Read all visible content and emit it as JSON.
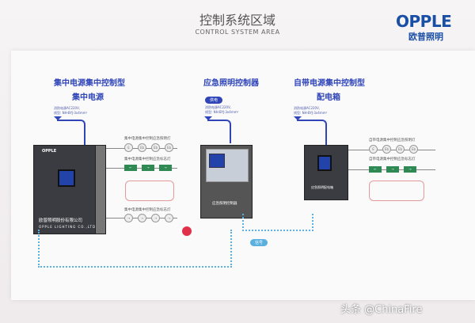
{
  "header": {
    "title_cn": "控制系统区域",
    "title_en": "CONTROL SYSTEM AREA",
    "logo": "OPPLE",
    "logo_cn": "欧普照明"
  },
  "left": {
    "title1": "集中电源集中控制型",
    "title2": "集中电源",
    "power_note1": "消防电源AC220V,",
    "power_note2": "线型: NH-BYJ-3x4mm²",
    "device_brand": "OPPLE",
    "device_name_cn": "欧普照明股份有限公司",
    "device_name_en": "OPPLE LIGHTING CO.,LTD",
    "circuits": [
      "集中电源集中控制应急照明灯",
      "集中电源集中控制应急标志灯",
      "集中电源集中控制应急标志灯"
    ]
  },
  "middle": {
    "title": "应急照明控制器",
    "power_pill": "供电",
    "power_note1": "消防电源AC220V,",
    "power_note2": "线型: NH-BYJ-3x4mm²",
    "device_label": "应急照明控制器",
    "signal_pill": "信号"
  },
  "right": {
    "title1": "自带电源集中控制型",
    "title2": "配电箱",
    "power_note1": "消防电源AC220V,",
    "power_note2": "线型: NH-BYJ-3x4mm²",
    "device_label": "应急照明配电箱",
    "circuits": [
      "自带电源集中控制应急照明灯",
      "自带电源集中控制应急标志灯"
    ]
  },
  "watermark": "头条 @ChinaFire"
}
